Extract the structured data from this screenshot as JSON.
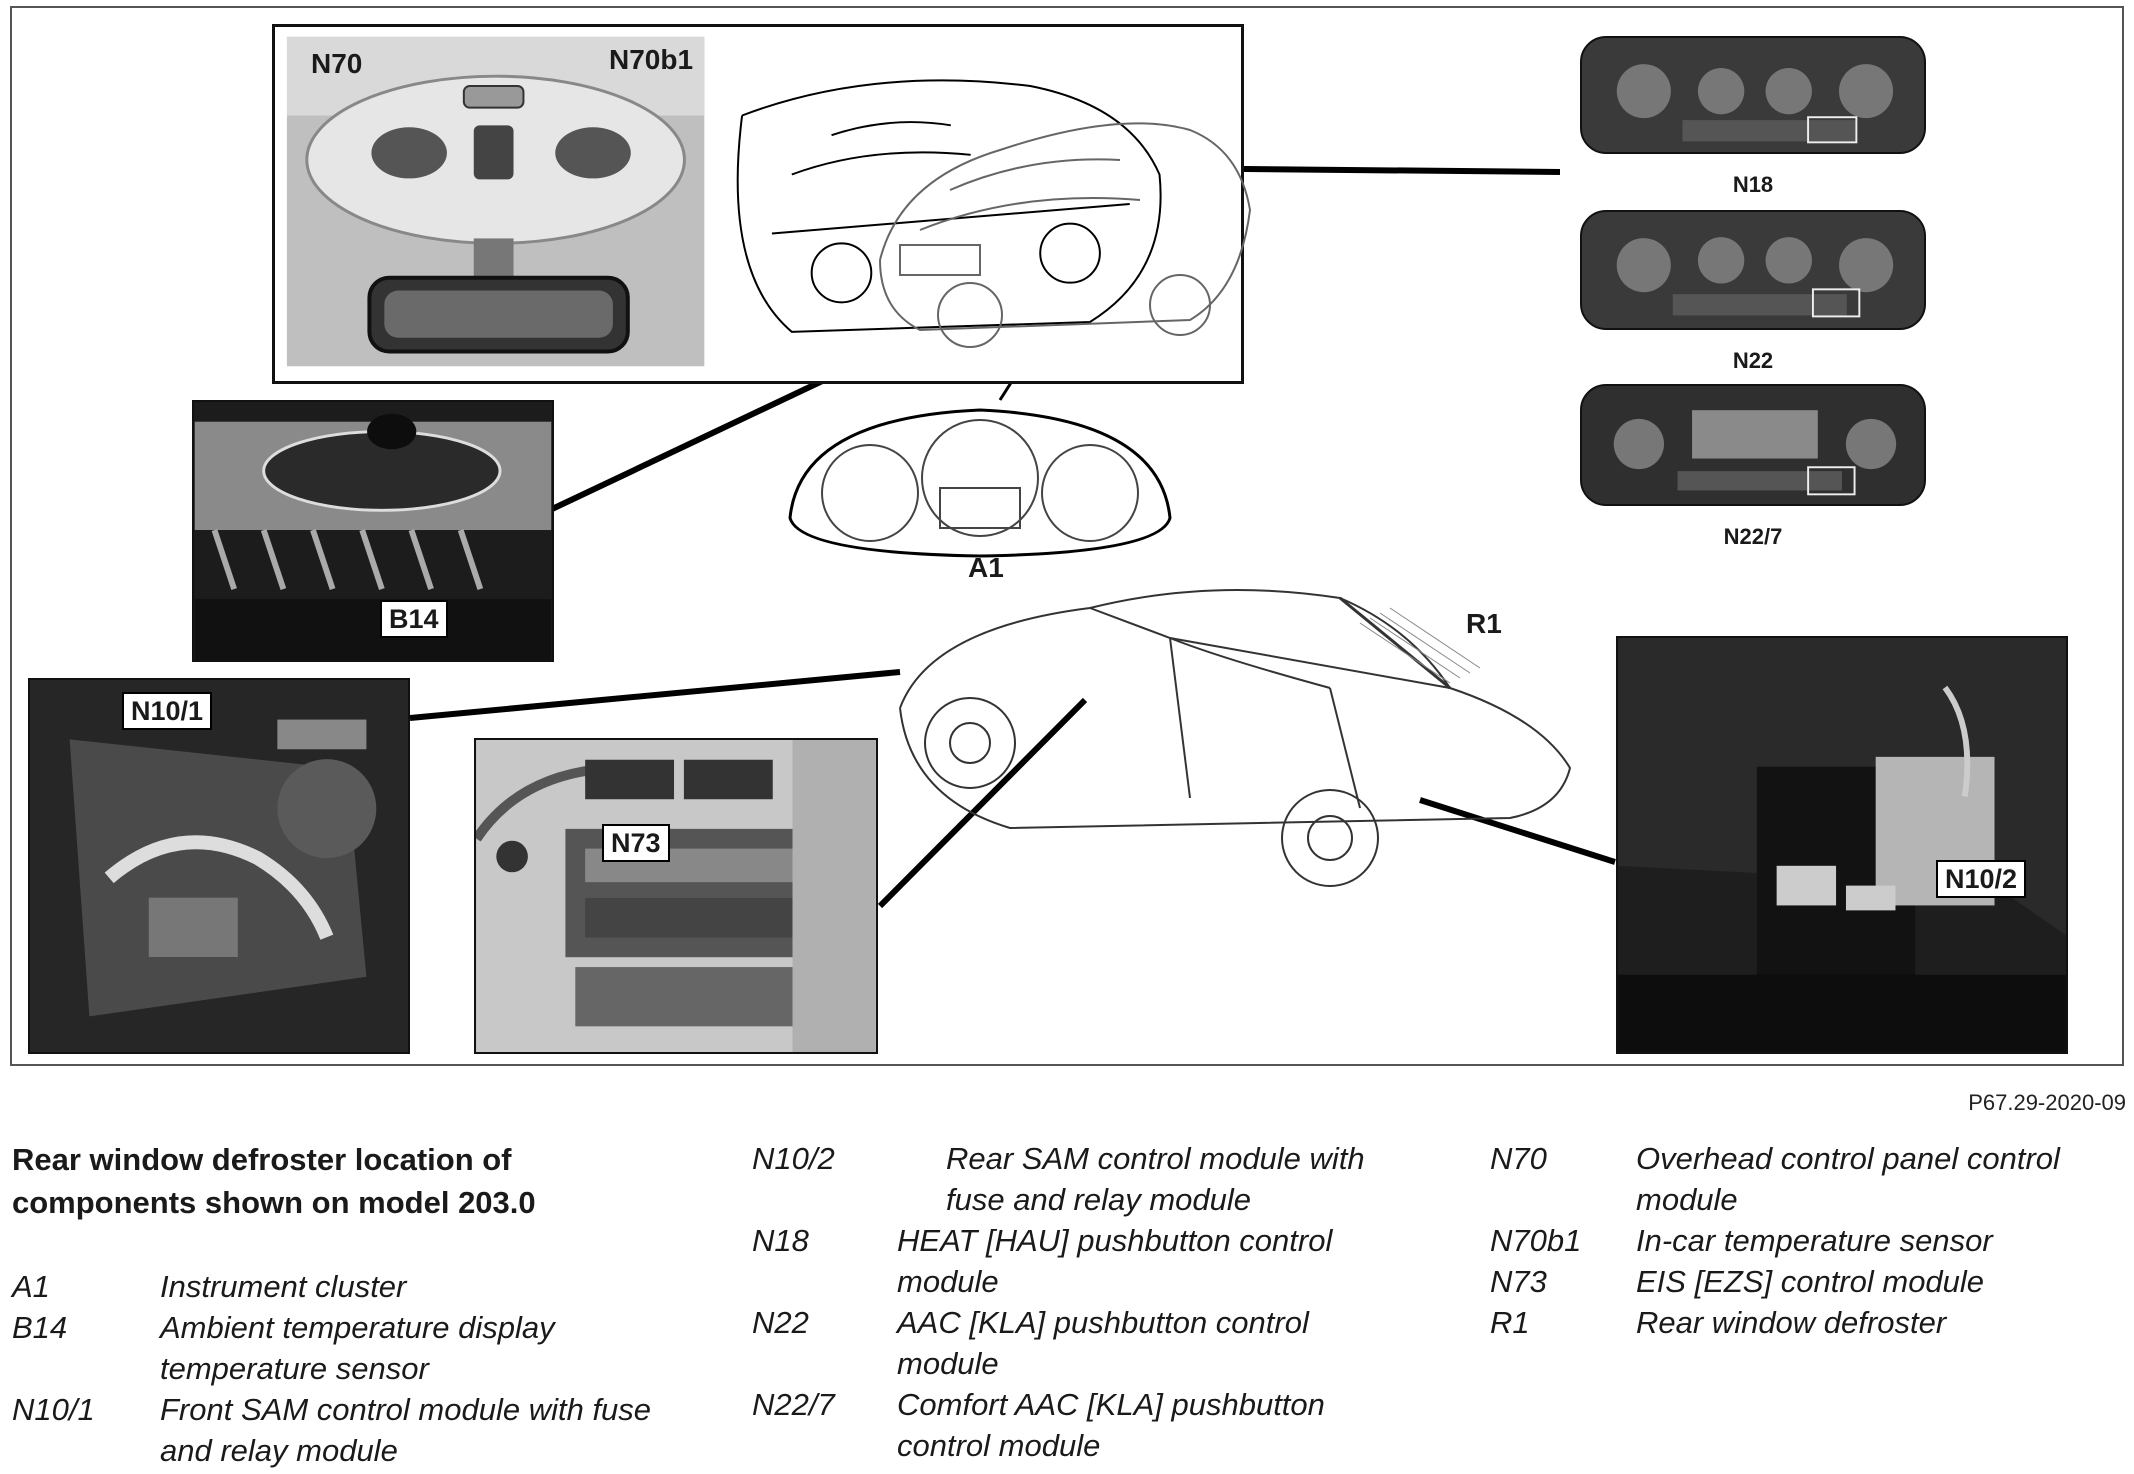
{
  "diagram": {
    "labels": {
      "n70": "N70",
      "n70b1": "N70b1",
      "n18": "N18",
      "n22": "N22",
      "n22_7": "N22/7",
      "a1": "A1",
      "b14": "B14",
      "r1": "R1",
      "n10_1": "N10/1",
      "n73": "N73",
      "n10_2": "N10/2"
    },
    "reference": "P67.29-2020-09"
  },
  "caption": {
    "title": "Rear window defroster location of components shown on model 203.0"
  },
  "legend": {
    "col1": [
      {
        "code": "A1",
        "desc": "Instrument cluster"
      },
      {
        "code": "B14",
        "desc": "Ambient temperature display temperature sensor"
      },
      {
        "code": "N10/1",
        "desc": "Front SAM control module with fuse and relay module"
      }
    ],
    "col2": [
      {
        "code": "N10/2",
        "desc": "Rear SAM control module with fuse and relay module"
      },
      {
        "code": "N18",
        "desc": "HEAT [HAU] pushbutton control module"
      },
      {
        "code": "N22",
        "desc": "AAC [KLA] pushbutton control module"
      },
      {
        "code": "N22/7",
        "desc": "Comfort AAC [KLA] pushbutton control module"
      }
    ],
    "col3": [
      {
        "code": "N70",
        "desc": "Overhead control panel control module"
      },
      {
        "code": "N70b1",
        "desc": "In-car temperature sensor"
      },
      {
        "code": "N73",
        "desc": "EIS [EZS] control module"
      },
      {
        "code": "R1",
        "desc": "Rear window defroster"
      }
    ]
  }
}
